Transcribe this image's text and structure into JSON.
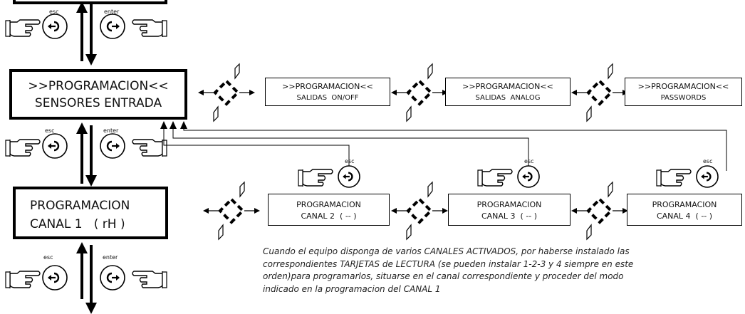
{
  "keys": {
    "esc": "esc",
    "enter": "enter"
  },
  "main": {
    "sensores": {
      "line1": ">>PROGRAMACION<<",
      "line2": "SENSORES ENTRADA"
    },
    "canal1": {
      "line1": "PROGRAMACION",
      "line2": "CANAL 1   ( rH )"
    }
  },
  "menu": [
    {
      "line1": ">>PROGRAMACION<<",
      "line2": "SALIDAS  ON/OFF"
    },
    {
      "line1": ">>PROGRAMACION<<",
      "line2": "SALIDAS  ANALOG"
    },
    {
      "line1": ">>PROGRAMACION<<",
      "line2": "PASSWORDS"
    }
  ],
  "channels": [
    {
      "line1": "PROGRAMACION",
      "line2": "CANAL 2  ( -- )"
    },
    {
      "line1": "PROGRAMACION",
      "line2": "CANAL 3  ( -- )"
    },
    {
      "line1": "PROGRAMACION",
      "line2": "CANAL 4  ( -- )"
    }
  ],
  "note": [
    "Cuando el equipo disponga de varios CANALES ACTIVADOS, por haberse instalado las",
    "correspondientes TARJETAS de LECTURA  (se pueden instalar 1-2-3 y 4 siempre en este",
    "orden)para programarlos, situarse en el canal correspondiente y proceder del modo",
    "indicado en  la programacion del CANAL 1"
  ]
}
